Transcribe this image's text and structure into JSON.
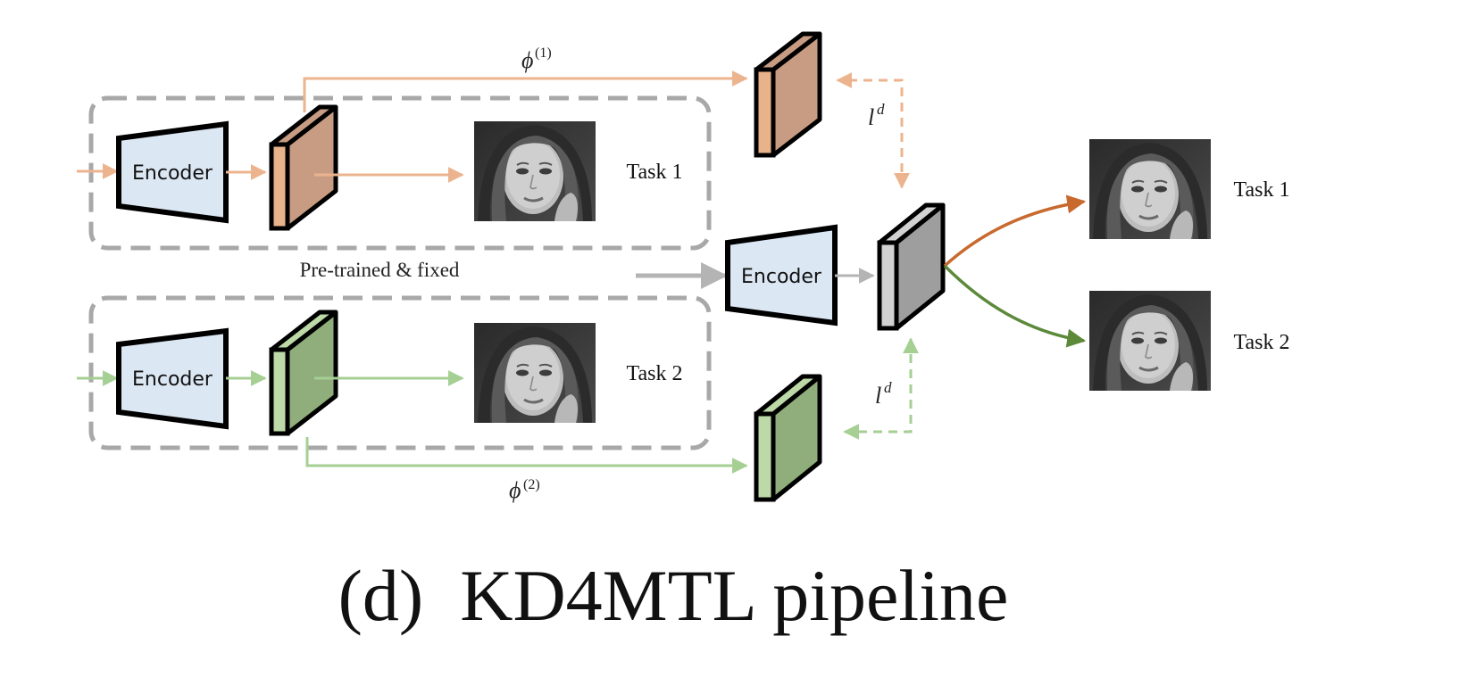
{
  "caption": "(d)  KD4MTL pipeline",
  "labels": {
    "encoder": "Encoder",
    "pretrained": "Pre-trained & fixed",
    "task1": "Task 1",
    "task2": "Task 2",
    "phi1_base": "ϕ",
    "phi1_sup": "(1)",
    "phi2_base": "ϕ",
    "phi2_sup": "(2)",
    "ld_base": "l",
    "ld_sup": "d"
  },
  "colors": {
    "orange_arrow": "#ecb48e",
    "orange_block": "#c89c82",
    "orange_block_face": "#e8b28a",
    "orange_output_arrow": "#c8692e",
    "green_arrow": "#a6cf94",
    "green_block": "#8fae7b",
    "green_block_face": "#bcd9a7",
    "green_output_arrow": "#5c8a3a",
    "encoder_fill": "#dce7f4",
    "shared_block": "#9e9e9e",
    "shared_block_face": "#d2d2d2",
    "gray_arrow": "#b4b4b4",
    "dashed_box": "#a8a8a8"
  },
  "icons": [
    "face-image"
  ]
}
